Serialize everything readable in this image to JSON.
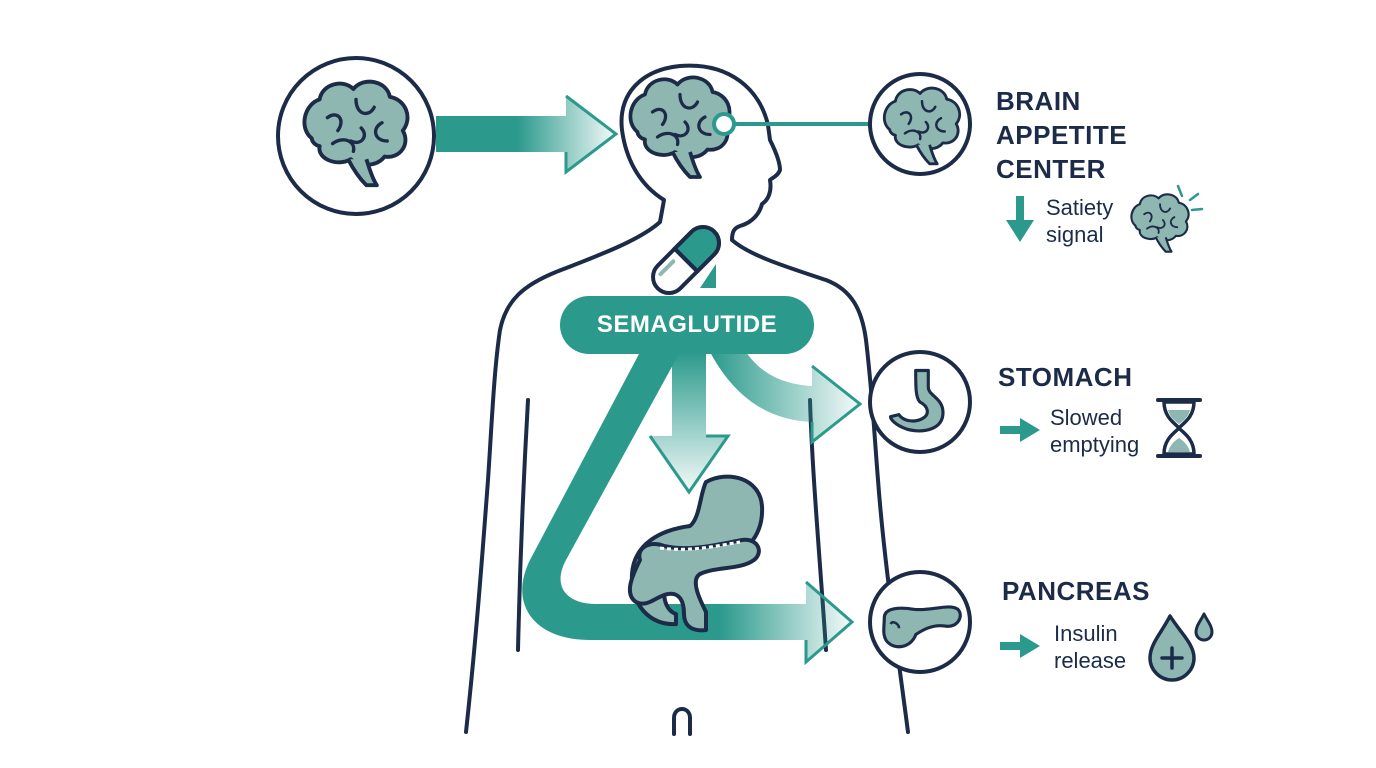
{
  "drug": {
    "label": "SEMAGLUTIDE"
  },
  "targets": [
    {
      "organ_lines": [
        "BRAIN",
        "APPETITE",
        "CENTER"
      ],
      "effect_lines": [
        "Satiety",
        "signal"
      ],
      "effect_arrow": "down-arrow",
      "effect_icon": "brain-icon"
    },
    {
      "organ_lines": [
        "STOMACH"
      ],
      "effect_lines": [
        "Slowed",
        "emptying"
      ],
      "effect_arrow": "right-arrow",
      "effect_icon": "hourglass-icon"
    },
    {
      "organ_lines": [
        "PANCREAS"
      ],
      "effect_lines": [
        "Insulin",
        "release"
      ],
      "effect_arrow": "right-arrow",
      "effect_icon": "insulin-drop-icon"
    }
  ],
  "colors": {
    "teal": "#2b9a8c",
    "teal_light": "#8fb7b2",
    "navy": "#1c2c48"
  }
}
